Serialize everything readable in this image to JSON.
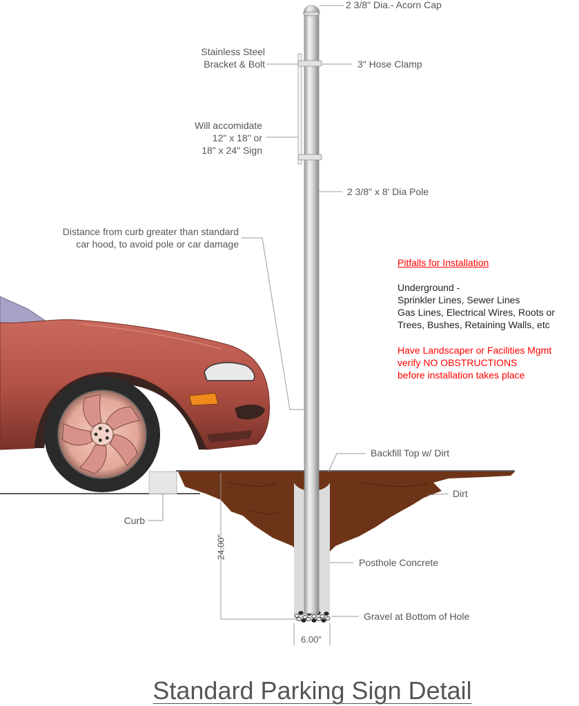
{
  "labels": {
    "acorn_cap": "2 3/8\" Dia.- Acorn Cap",
    "bracket_line1": "Stainless Steel",
    "bracket_line2": "Bracket & Bolt",
    "hose_clamp": "3\" Hose Clamp",
    "sign_line1": "Will accomidate",
    "sign_line2": "12\" x 18\" or",
    "sign_line3": "18\" x 24\" Sign",
    "pole": "2 3/8\" x 8' Dia Pole",
    "curb_distance_line1": "Distance from curb greater than standard",
    "curb_distance_line2": "car hood, to avoid pole or car damage",
    "backfill": "Backfill Top w/ Dirt",
    "dirt": "Dirt",
    "curb": "Curb",
    "depth": "24.00\"",
    "concrete": "Posthole Concrete",
    "gravel": "Gravel at Bottom of Hole",
    "width": "6.00\""
  },
  "pitfalls": {
    "heading": "Pitfalls for Installation",
    "underground_line1": "Underground -",
    "underground_line2": "Sprinkler Lines, Sewer Lines",
    "underground_line3": "Gas Lines, Electrical Wires, Roots or",
    "underground_line4": "Trees, Bushes, Retaining Walls, etc",
    "warning_line1": "Have Landscaper or Facilities Mgmt",
    "warning_line2": "verify NO OBSTRUCTIONS",
    "warning_line3": "before installation takes place"
  },
  "title": "Standard Parking Sign Detail",
  "colors": {
    "car_body": "#b8584c",
    "dirt": "#6e3417",
    "concrete": "#dcdcdc",
    "pole": "#c8c8c8",
    "leader_line": "#999999",
    "warning": "#ff0000",
    "text": "#555555"
  }
}
